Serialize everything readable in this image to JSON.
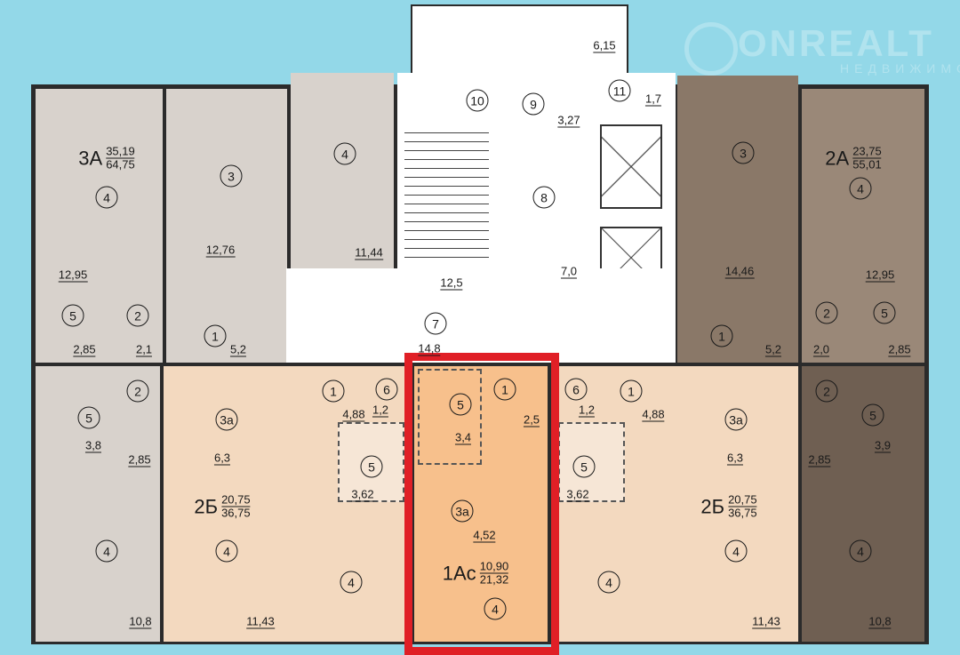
{
  "watermark": {
    "brand": "ONREALT",
    "sub": "НЕДВИЖИМОСТЬ"
  },
  "colors": {
    "background": "#93d8e8",
    "highlight": "#e01f26",
    "studio": "#f7c08c",
    "two_room": "#f3d9bf",
    "grey": "#d8d2cc",
    "dark": "#8a7868"
  },
  "apartments": {
    "a3A": {
      "name": "3А",
      "living": "35,19",
      "total": "64,75"
    },
    "a2A": {
      "name": "2А",
      "living": "23,75",
      "total": "55,01"
    },
    "a2B_left": {
      "name": "2Б",
      "living": "20,75",
      "total": "36,75"
    },
    "a2B_right": {
      "name": "2Б",
      "living": "20,75",
      "total": "36,75"
    },
    "a1Ac": {
      "name": "1Ас",
      "living": "10,90",
      "total": "21,32"
    }
  },
  "rooms": [
    "10",
    "9",
    "11",
    "8",
    "7",
    "4",
    "3",
    "4",
    "5",
    "2",
    "1",
    "2",
    "5",
    "1",
    "6",
    "5",
    "3а",
    "4",
    "4",
    "4",
    "1",
    "5",
    "3а",
    "4",
    "6",
    "1",
    "5",
    "4",
    "3а",
    "4",
    "3",
    "4",
    "1",
    "2",
    "5",
    "2",
    "5",
    "4"
  ],
  "areas": [
    "6,15",
    "1,7",
    "3,27",
    "12,5",
    "7,0",
    "14,8",
    "12,76",
    "11,44",
    "12,95",
    "2,85",
    "2,1",
    "5,2",
    "3,8",
    "2,85",
    "4,88",
    "1,2",
    "6,3",
    "3,62",
    "11,43",
    "10,8",
    "2,5",
    "3,4",
    "4,52",
    "1,2",
    "4,88",
    "3,62",
    "6,3",
    "11,43",
    "10,8",
    "14,46",
    "12,95",
    "5,2",
    "2,0",
    "2,85",
    "2,85",
    "3,9"
  ]
}
